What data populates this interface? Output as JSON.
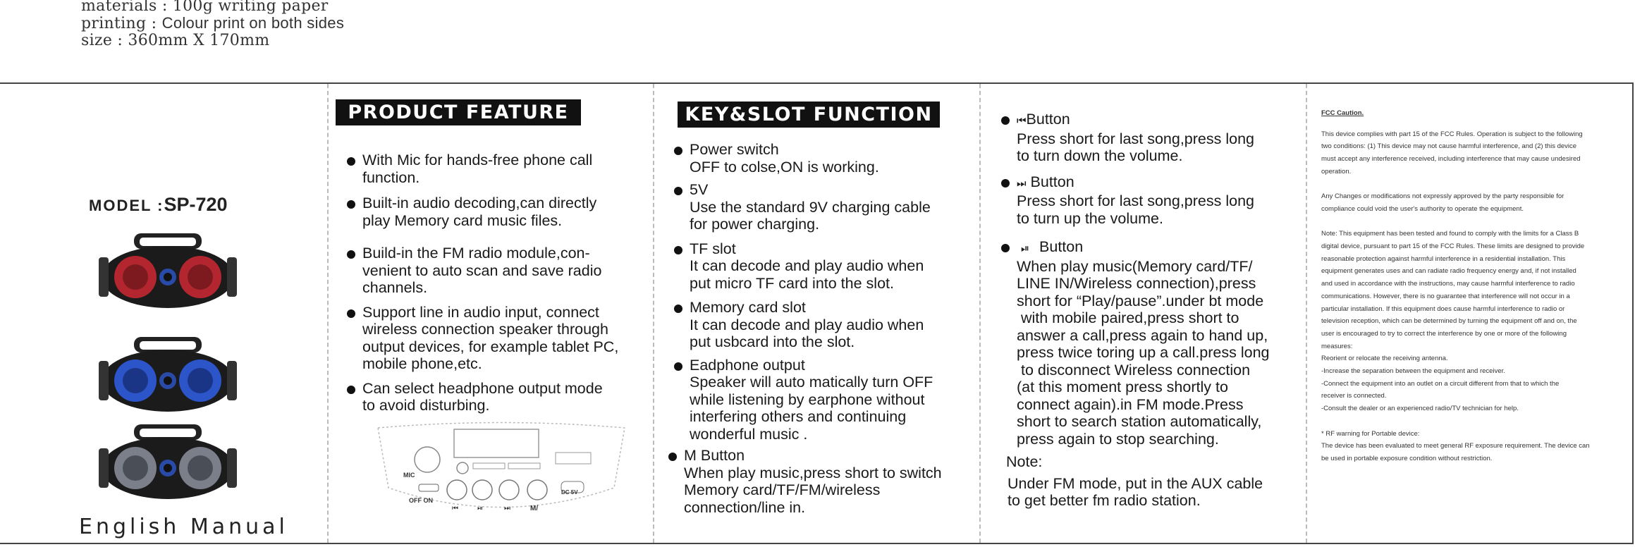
{
  "spec": {
    "materials": "materials : 100g writing paper",
    "printing_label": "printing : ",
    "printing_value": "Colour print on both sides",
    "size": "size :   360mm X  170mm"
  },
  "cover": {
    "model_label": "MODEL :",
    "model_number": "SP-720",
    "manual_title": "English  Manual",
    "speaker_colors": [
      "#b3262f",
      "#2b55c8",
      "#7a7f8a"
    ]
  },
  "product_feature": {
    "title": "PRODUCT  FEATURE",
    "items": [
      [
        "With Mic for hands-free phone call",
        "function."
      ],
      [
        "Built-in audio decoding,can directly",
        "play Memory card music files."
      ],
      [
        "Build-in the FM radio module,con-",
        "venient to auto scan and save radio",
        "channels."
      ],
      [
        "Support line in audio input, connect",
        "wireless connection speaker through",
        "output devices, for example tablet PC,",
        "mobile phone,etc."
      ],
      [
        "Can select headphone output mode",
        "to avoid disturbing."
      ]
    ],
    "panel_labels": {
      "mic": "MIC",
      "off_on": "OFF ON",
      "dc": "DC 5V",
      "prev": "⏮",
      "play": "⏯",
      "next": "⏭",
      "m": "M/"
    }
  },
  "key_slot": {
    "title": "KEY&SLOT FUNCTION",
    "items": [
      {
        "head": "Power switch",
        "lines": [
          "OFF to colse,ON is working."
        ]
      },
      {
        "head": "5V",
        "lines": [
          "Use the standard  9V charging cable",
          "for power charging."
        ]
      },
      {
        "head": "TF slot",
        "lines": [
          "It can decode and play audio when",
          "put micro TF card into the slot."
        ]
      },
      {
        "head": "Memory card slot",
        "lines": [
          "It can decode and play audio when",
          "put usbcard into the slot."
        ]
      },
      {
        "head": "Eadphone output",
        "lines": [
          "Speaker will auto matically turn OFF",
          "while listening by earphone without",
          "interfering others and continuing",
          "wonderful music ."
        ]
      },
      {
        "head": "M Button",
        "lines": [
          "When play music,press short to switch",
          "Memory card/TF/FM/wireless",
          "connection/line in."
        ]
      }
    ]
  },
  "buttons": {
    "prev": {
      "icon": "⏮",
      "head": "Button",
      "lines": [
        "Press short for last song,press long",
        "to turn down the volume."
      ]
    },
    "next": {
      "icon": "⏭",
      "head": "Button",
      "lines": [
        "Press short for last song,press long",
        "to turn up the volume."
      ]
    },
    "play": {
      "icon": "⏯",
      "head": "Button",
      "lines": [
        "When play music(Memory card/TF/",
        "LINE IN/Wireless connection),press",
        "short for “Play/pause”.under bt mode",
        " with mobile paired,press short to",
        "answer a call,press again to hand up,",
        "press twice toring up a call.press long",
        " to disconnect Wireless connection",
        "(at this moment press shortly to",
        "connect again).in FM mode.Press",
        "short to search station automatically,",
        "press again to stop searching."
      ]
    },
    "note_title": "Note:",
    "note_lines": [
      "Under FM mode, put in the AUX cable",
      "to get better fm radio station."
    ]
  },
  "fcc": {
    "caution_title": "FCC Caution.",
    "lines": [
      "This device complies with part 15 of the FCC Rules. Operation is subject to the following",
      "two conditions: (1) This device may not cause harmful interference, and (2) this device",
      "must accept any interference received, including interference that may cause undesired",
      "operation.",
      "",
      "Any Changes or modifications not expressly approved by the party responsible for",
      "compliance could void the user's authority to operate the equipment.",
      "",
      "Note: This equipment has been tested and found to comply with the limits for a Class B",
      "digital device, pursuant to part 15 of the FCC Rules. These limits are designed to provide",
      "reasonable protection against harmful interference in a residential installation. This",
      "equipment generates uses and can radiate radio frequency energy and, if not installed",
      "and used in accordance with the instructions, may cause harmful interference to radio",
      "communications. However, there is no guarantee that interference will not occur in a",
      "particular installation. If this equipment does cause harmful interference to radio or",
      "television reception, which can be determined by turning the equipment off and on, the",
      "user is encouraged to try to correct the interference by one or more of the following",
      "measures:",
      " Reorient or relocate the receiving antenna.",
      "-Increase the separation between the equipment and receiver.",
      "-Connect the equipment into an outlet on a circuit different from that to which the",
      "receiver is connected.",
      "-Consult the dealer or an experienced radio/TV technician for help.",
      "",
      "* RF warning for Portable device:",
      "The device has been evaluated to meet general RF exposure requirement. The device can",
      "be used in portable exposure condition without restriction."
    ]
  }
}
